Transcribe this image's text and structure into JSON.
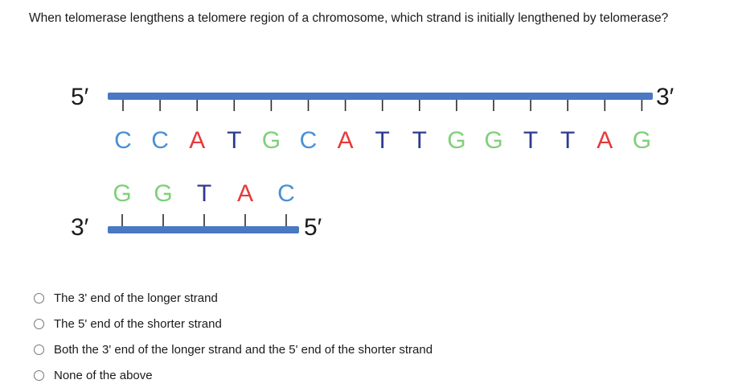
{
  "question": "When telomerase lengthens a telomere region of a chromosome, which strand is initially lengthened by telomerase?",
  "diagram": {
    "long_strand": {
      "left_end": "5′",
      "right_end": "3′",
      "bases": [
        "C",
        "C",
        "A",
        "T",
        "G",
        "C",
        "A",
        "T",
        "T",
        "G",
        "G",
        "T",
        "T",
        "A",
        "G"
      ]
    },
    "short_strand": {
      "left_end": "3′",
      "right_end": "5′",
      "bases": [
        "G",
        "G",
        "T",
        "A",
        "C"
      ]
    },
    "colors": {
      "strand": "#4a78c2",
      "A": "#e63a3a",
      "T": "#2e3a8f",
      "G": "#7fd07a",
      "C": "#4a8fd6"
    }
  },
  "options": [
    {
      "label": "The 3' end of the longer strand"
    },
    {
      "label": "The 5' end of the shorter strand"
    },
    {
      "label": "Both the 3' end of the longer strand and the 5' end of the shorter strand"
    },
    {
      "label": "None of the above"
    }
  ]
}
